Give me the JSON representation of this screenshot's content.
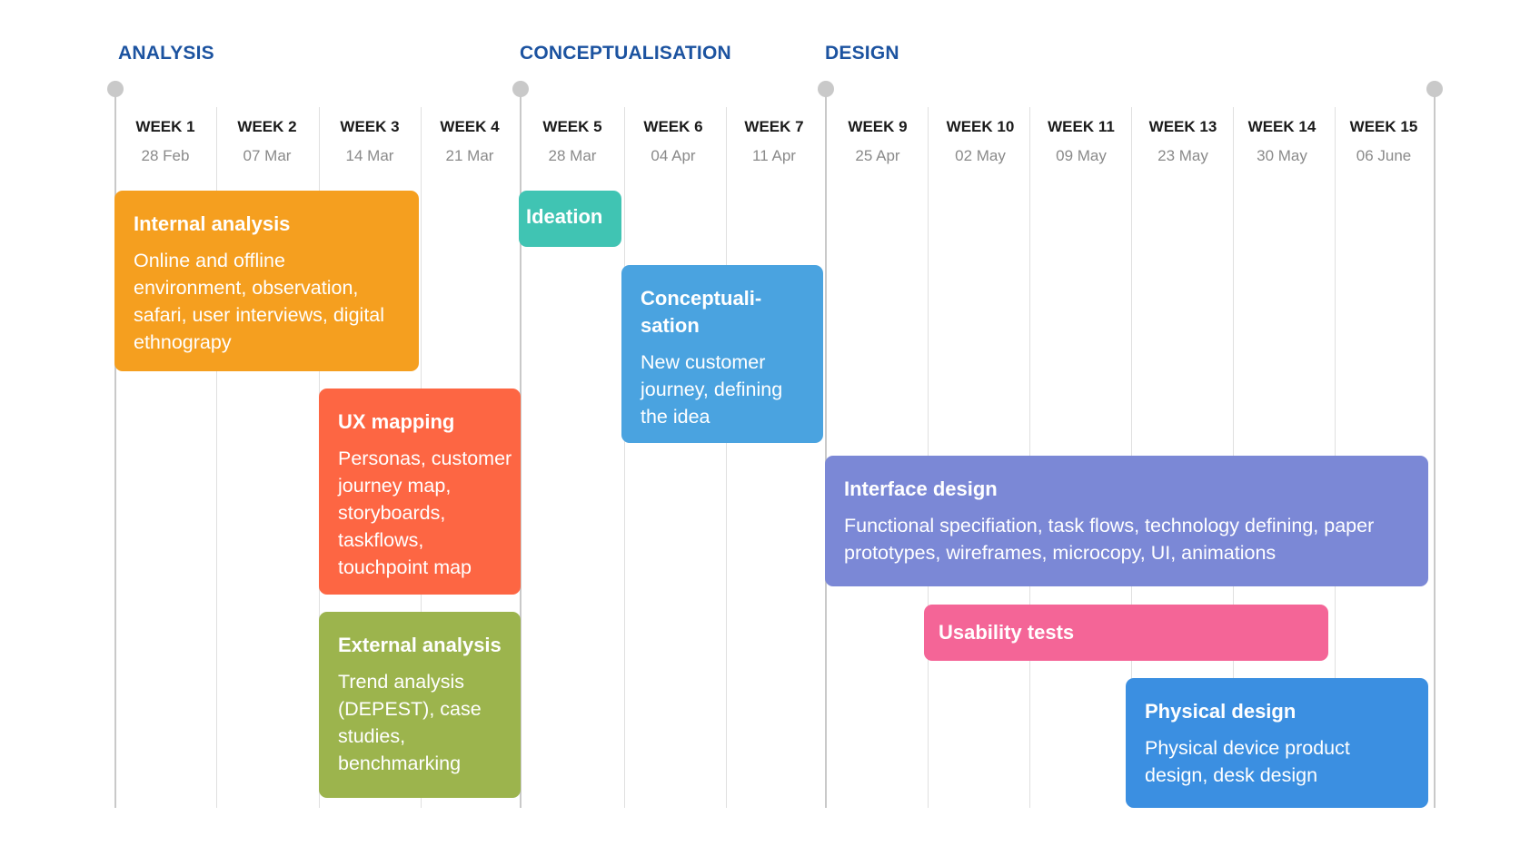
{
  "phases": [
    "ANALYSIS",
    "CONCEPTUALISATION",
    "DESIGN"
  ],
  "weeks": [
    {
      "label": "WEEK 1",
      "date": "28 Feb"
    },
    {
      "label": "WEEK 2",
      "date": "07 Mar"
    },
    {
      "label": "WEEK 3",
      "date": "14 Mar"
    },
    {
      "label": "WEEK 4",
      "date": "21 Mar"
    },
    {
      "label": "WEEK 5",
      "date": "28 Mar"
    },
    {
      "label": "WEEK 6",
      "date": "04 Apr"
    },
    {
      "label": "WEEK 7",
      "date": "11 Apr"
    },
    {
      "label": "WEEK 9",
      "date": "25 Apr"
    },
    {
      "label": "WEEK 10",
      "date": "02 May"
    },
    {
      "label": "WEEK 11",
      "date": "09 May"
    },
    {
      "label": "WEEK 13",
      "date": "23 May"
    },
    {
      "label": "WEEK 14",
      "date": "30 May"
    },
    {
      "label": "WEEK 15",
      "date": "06 June"
    }
  ],
  "tasks": [
    {
      "title": "Internal analysis",
      "description": "Online and offline environment, observation, safari,  user interviews, digital ethnograpy",
      "color": "#f59f1f",
      "start": "WEEK 1",
      "end": "WEEK 3"
    },
    {
      "title": "Ideation",
      "description": "",
      "color": "#40c4b3",
      "start": "WEEK 5",
      "end": "WEEK 5"
    },
    {
      "title": "Conceptuali-sation",
      "description": "New customer journey, defining the idea",
      "color": "#4aa3e0",
      "start": "WEEK 6",
      "end": "WEEK 7"
    },
    {
      "title": "UX mapping",
      "description": "Personas, customer journey map, storyboards, taskflows, touchpoint map",
      "color": "#fd6643",
      "start": "WEEK 3",
      "end": "WEEK 4"
    },
    {
      "title": "External analysis",
      "description": "Trend analysis (DEPEST), case studies, benchmarking",
      "color": "#9cb44d",
      "start": "WEEK 3",
      "end": "WEEK 4"
    },
    {
      "title": "Interface design",
      "description": "Functional specifiation, task flows, technology defining, paper prototypes, wireframes, microcopy, UI, animations",
      "color": "#7b88d6",
      "start": "WEEK 9",
      "end": "WEEK 15"
    },
    {
      "title": "Usability tests",
      "description": "",
      "color": "#f46597",
      "start": "WEEK 10",
      "end": "WEEK 14"
    },
    {
      "title": "Physical design",
      "description": "Physical device product design, desk design",
      "color": "#3b8fe1",
      "start": "WEEK 13",
      "end": "WEEK 15"
    }
  ]
}
